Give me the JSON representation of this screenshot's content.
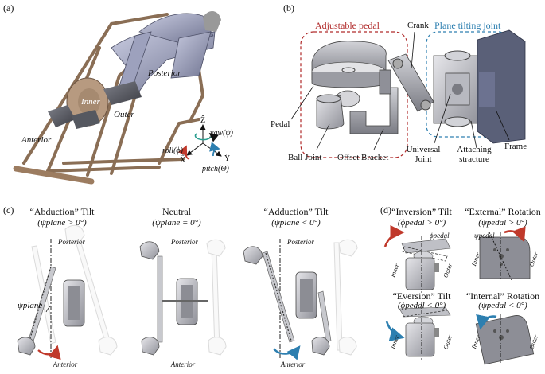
{
  "panels": {
    "a": {
      "letter": "(a)",
      "posterior": "Posterior",
      "inner": "Inner",
      "outer": "Outer",
      "anterior": "Anterior",
      "axes": {
        "z": "Ẑ",
        "yaw": "yaw(ψ)",
        "roll": "roll(ϕ)",
        "pitch": "pitch(Θ)",
        "x": "X̂",
        "y": "Ŷ"
      }
    },
    "b": {
      "letter": "(b)",
      "adjustable_pedal": "Adjustable pedal",
      "crank": "Crank",
      "plane_tilting_joint": "Plane tilting joint",
      "pedal": "Pedal",
      "ball_joint": "Ball Joint",
      "offset_bracket": "Offset Bracket",
      "universal_joint_1": "Universal",
      "universal_joint_2": "Joint",
      "attaching_1": "Attaching",
      "attaching_2": "stracture",
      "frame": "Frame",
      "colors": {
        "red_box": "#b02a2a",
        "blue_box": "#2d7fb0"
      }
    },
    "c": {
      "letter": "(c)",
      "abduction_title": "“Abduction” Tilt",
      "abduction_cond": "(ψplane > 0°)",
      "neutral_title": "Neutral",
      "neutral_cond": "(ψplane = 0°)",
      "adduction_title": "“Adduction” Tilt",
      "adduction_cond": "(ψplane < 0°)",
      "posterior": "Posterior",
      "anterior": "Anterior",
      "psi_plane": "ψplane"
    },
    "d": {
      "letter": "(d)",
      "inversion_title": "“Inversion” Tilt",
      "inversion_cond": "(ϕpedal > 0°)",
      "external_title": "“External” Rotation",
      "external_cond": "(ψpedal > 0°)",
      "eversion_title": "“Eversion” Tilt",
      "eversion_cond": "(ϕpedal < 0°)",
      "internal_title": "“Internal” Rotation",
      "internal_cond": "(ψpedal < 0°)",
      "phi_pedal": "ϕpedal",
      "psi_pedal": "ψpedal",
      "inner": "Inner",
      "outer": "Outer"
    }
  }
}
